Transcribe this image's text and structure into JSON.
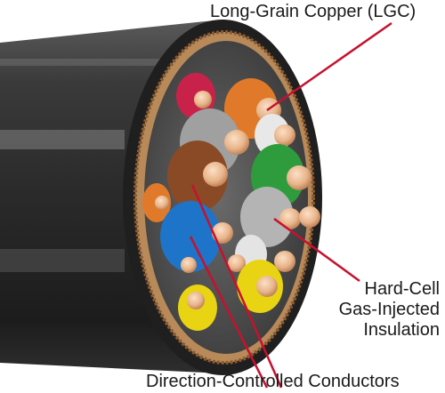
{
  "callouts": {
    "top": "Long-Grain Copper (LGC)",
    "right_lines": [
      "Hard-Cell",
      "Gas-Injected",
      "Insulation"
    ],
    "bottom": "Direction-Controlled Conductors"
  },
  "colors": {
    "jacket": "#2a2a2a",
    "leader_line": "#c8102e",
    "copper": "#e8b48a",
    "orange_wire": "#e07a2a",
    "green_wire": "#2e9c3c",
    "blue_wire": "#1e74c8",
    "yellow_wire": "#e8d412",
    "brown_wire": "#8a4a26",
    "red_wire": "#c8224a",
    "gray_wire": "#9a9a9a"
  }
}
